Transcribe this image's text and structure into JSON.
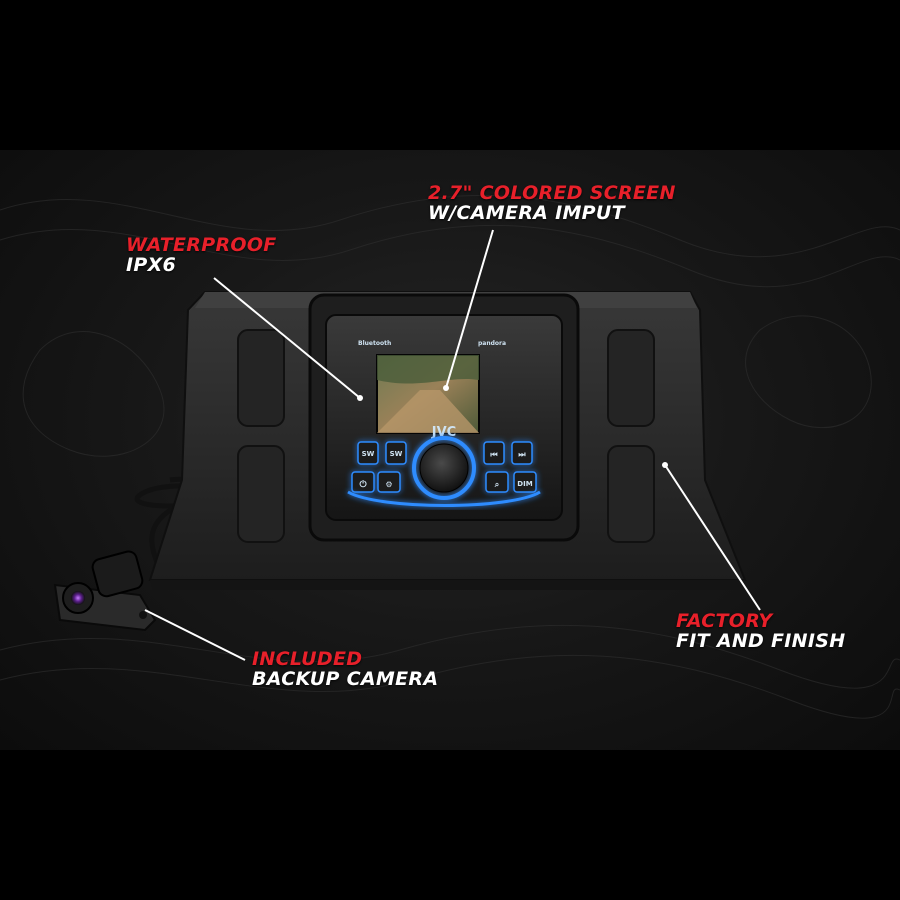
{
  "callouts": {
    "screen": {
      "highlight": "2.7\" COLORED SCREEN",
      "text": "W/CAMERA IMPUT"
    },
    "waterproof": {
      "highlight": "WATERPROOF",
      "text": "IPX6"
    },
    "factory": {
      "highlight": "FACTORY",
      "text": "FIT AND FINISH"
    },
    "camera": {
      "highlight": "INCLUDED",
      "text": "BACKUP CAMERA"
    }
  },
  "radio": {
    "brand": "JVC",
    "top_left": "Bluetooth",
    "top_right": "pandora",
    "buttons": {
      "sw_minus": "SW",
      "sw_plus": "SW",
      "prev": "⏮",
      "next": "⏭",
      "dim": "DIM"
    }
  },
  "colors": {
    "accent_red": "#e8202a",
    "led_blue": "#2f8cff",
    "panel": "#2a2a2a"
  }
}
